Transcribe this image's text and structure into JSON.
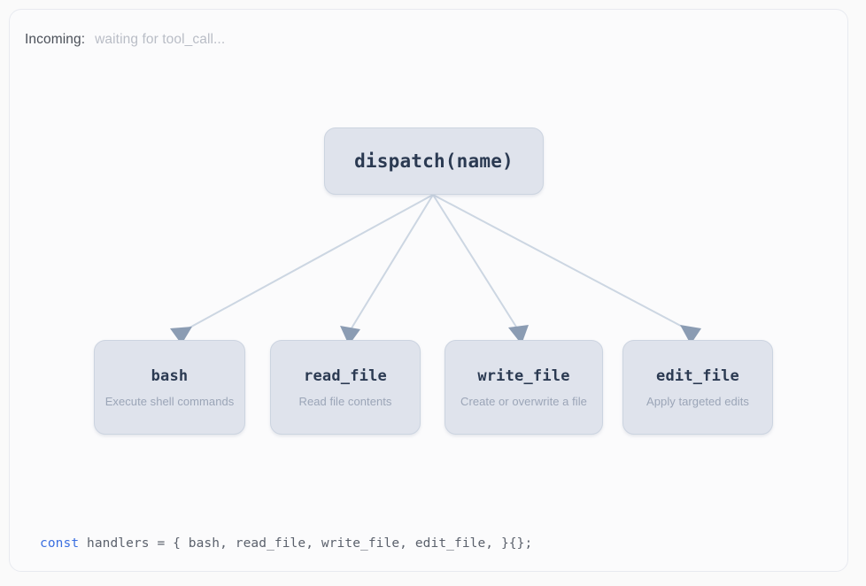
{
  "status": {
    "label": "Incoming:",
    "value": "waiting for tool_call..."
  },
  "diagram": {
    "type": "tree",
    "root": {
      "title": "dispatch(name)",
      "subtitle": ""
    },
    "children": [
      {
        "title": "bash",
        "subtitle": "Execute shell commands"
      },
      {
        "title": "read_file",
        "subtitle": "Read file contents"
      },
      {
        "title": "write_file",
        "subtitle": "Create or overwrite a file"
      },
      {
        "title": "edit_file",
        "subtitle": "Apply targeted edits"
      }
    ],
    "edge_color": "#ccd6e2",
    "node_fill": "#dfe3ec",
    "node_border": "#ccd4e0",
    "title_color": "#2b3a52",
    "subtitle_color": "#9ba5b7"
  },
  "code": {
    "keyword": "const",
    "rest": " handlers = { bash, read_file, write_file, edit_file, }{};",
    "keyword_color": "#3b6fe0",
    "text_color": "#5b616c"
  }
}
